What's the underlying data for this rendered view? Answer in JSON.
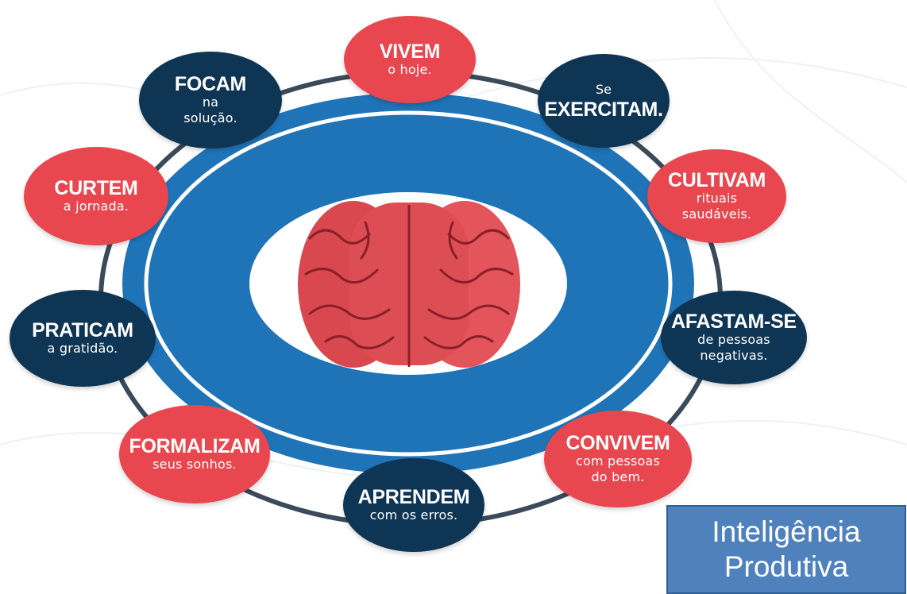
{
  "colors": {
    "red": "#e8474f",
    "navy": "#0e3554",
    "ring_blue": "#1f74b8",
    "ring_line": "#3a4a5a",
    "label_box": "#4f81bd"
  },
  "center_icon": "brain-icon",
  "items": [
    {
      "id": "vivem",
      "head": "VIVEM",
      "sub": [
        "o hoje."
      ]
    },
    {
      "id": "exercitam",
      "pre": "Se",
      "head": "EXERCITAM.",
      "sub": []
    },
    {
      "id": "cultivam",
      "head": "CULTIVAM",
      "sub": [
        "rituais",
        "saudáveis."
      ]
    },
    {
      "id": "afastam-se",
      "head": "AFASTAM-SE",
      "sub": [
        "de pessoas",
        "negativas."
      ]
    },
    {
      "id": "convivem",
      "head": "CONVIVEM",
      "sub": [
        "com pessoas",
        "do bem."
      ]
    },
    {
      "id": "aprendem",
      "head": "APRENDEM",
      "sub": [
        "com os erros."
      ]
    },
    {
      "id": "formalizam",
      "head": "FORMALIZAM",
      "sub": [
        "seus sonhos."
      ]
    },
    {
      "id": "praticam",
      "head": "PRATICAM",
      "sub": [
        "a gratidão."
      ]
    },
    {
      "id": "curtem",
      "head": "CURTEM",
      "sub": [
        "a jornada."
      ]
    },
    {
      "id": "focam",
      "head": "FOCAM",
      "sub": [
        "na",
        "solução."
      ]
    }
  ],
  "label": {
    "line1": "Inteligência",
    "line2": "Produtiva"
  }
}
